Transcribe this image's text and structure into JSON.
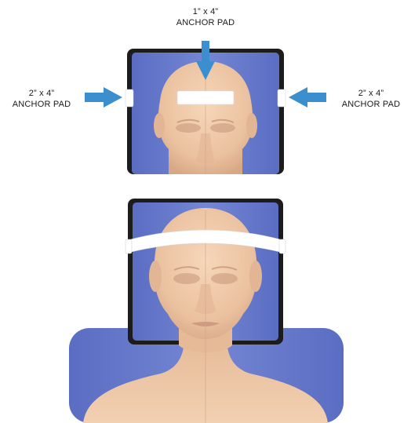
{
  "labels": {
    "top": {
      "size": "1” x 4”",
      "name": "ANCHOR PAD"
    },
    "left": {
      "size": "2” x 4”",
      "name": "ANCHOR PAD"
    },
    "right": {
      "size": "2” x 4”",
      "name": "ANCHOR PAD"
    }
  },
  "colors": {
    "board": "#6d80cf",
    "board_dark": "#4f62b6",
    "frame": "#1c1c1c",
    "skin": "#efc8a6",
    "skin_shadow": "#d9a787",
    "pad": "#ffffff",
    "arrow": "#3b8fcf"
  }
}
